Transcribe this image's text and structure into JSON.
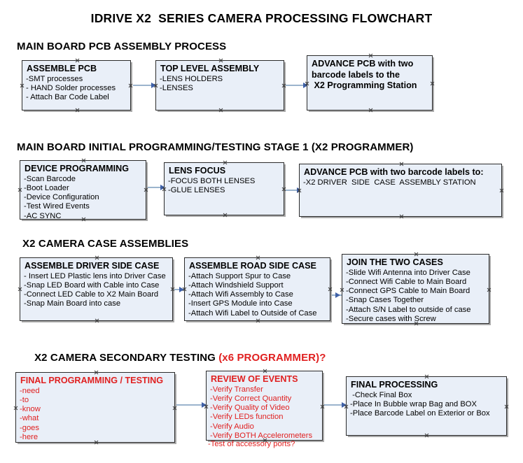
{
  "document": {
    "title": "IDRIVE X2  SERIES CAMERA PROCESSING FLOWCHART"
  },
  "sections": [
    {
      "id": "main-board-pcb-assembly",
      "heading": "MAIN BOARD PCB ASSEMBLY PROCESS",
      "boxes": [
        {
          "id": "assemble-pcb",
          "title": "ASSEMBLE PCB",
          "title_color": "#000000",
          "lines": [
            "-SMT processes",
            "- HAND Solder processes",
            "- Attach Bar Code Label"
          ]
        },
        {
          "id": "top-level-assembly",
          "title": "TOP LEVEL ASSEMBLY",
          "title_color": "#000000",
          "lines": [
            "-LENS HOLDERS",
            "-LENSES"
          ]
        },
        {
          "id": "advance-pcb-to-programming-station",
          "title": "ADVANCE PCB with two",
          "title_color": "#000000",
          "lines": [
            "barcode labels to the",
            " X2 Programming Station"
          ],
          "lines_bold": true
        }
      ]
    },
    {
      "id": "main-board-initial-programming",
      "heading": "MAIN BOARD INITIAL PROGRAMMING/TESTING STAGE 1 (X2 PROGRAMMER)",
      "boxes": [
        {
          "id": "device-programming",
          "title": "DEVICE PROGRAMMING",
          "title_color": "#000000",
          "lines": [
            "-Scan Barcode",
            "-Boot Loader",
            "-Device Configuration",
            "-Test Wired Events",
            "-AC SYNC"
          ]
        },
        {
          "id": "lens-focus",
          "title": "LENS FOCUS",
          "title_color": "#000000",
          "lines": [
            "-FOCUS BOTH LENSES",
            "-GLUE LENSES"
          ]
        },
        {
          "id": "advance-pcb-to-driver-side-case",
          "title": "ADVANCE PCB with two barcode labels to:",
          "title_color": "#000000",
          "lines": [
            "-X2 DRIVER  SIDE  CASE  ASSEMBLY STATION"
          ]
        }
      ]
    },
    {
      "id": "x2-camera-case-assemblies",
      "heading": "X2 CAMERA CASE ASSEMBLIES",
      "boxes": [
        {
          "id": "assemble-driver-side-case",
          "title": "ASSEMBLE DRIVER SIDE CASE",
          "title_color": "#000000",
          "lines": [
            "- Insert LED Plastic lens into Driver Case",
            "-Snap LED Board with Cable into Case",
            "-Connect LED Cable to X2 Main Board",
            "-Snap Main Board into case"
          ]
        },
        {
          "id": "assemble-road-side-case",
          "title": "ASSEMBLE ROAD SIDE CASE",
          "title_color": "#000000",
          "lines": [
            "-Attach Support Spur to Case",
            "-Attach Windshield Support",
            "-Attach Wifi Assembly to Case",
            "-Insert GPS Module into Case",
            "-Attach Wifi Label to Outside of Case"
          ]
        },
        {
          "id": "join-the-two-cases",
          "title": "JOIN THE TWO CASES",
          "title_color": "#000000",
          "lines": [
            "-Slide Wifi Antenna into Driver Case",
            "-Connect Wifi Cable to Main Board",
            "-Connect GPS Cable to Main Board",
            "-Snap Cases Together",
            "-Attach S/N Label to outside of case",
            "-Secure cases with Screw"
          ]
        }
      ]
    },
    {
      "id": "x2-camera-secondary-testing",
      "heading": "X2 CAMERA SECONDARY TESTING ",
      "heading_suffix": "(x6 PROGRAMMER)?",
      "heading_suffix_color": "#e02020",
      "boxes": [
        {
          "id": "final-programming-testing",
          "title": "FINAL PROGRAMMING / TESTING",
          "title_color": "#e02020",
          "text_color": "#e02020",
          "lines": [
            "-need",
            "-to",
            "-know",
            "-what",
            "-goes",
            "-here"
          ]
        },
        {
          "id": "review-of-events",
          "title": "REVIEW OF EVENTS",
          "title_color": "#e02020",
          "text_color": "#e02020",
          "lines": [
            "-Verify Transfer",
            "-Verify Correct Quantity",
            "-Verify Quality of Video",
            "-Verify LEDs function",
            "-Verify Audio",
            "-Verify BOTH Accelerometers"
          ],
          "overflow_line": "-Test of accessory ports?"
        },
        {
          "id": "final-processing",
          "title": "FINAL PROCESSING",
          "title_color": "#000000",
          "lines": [
            " -Check Final Box",
            "-Place In Bubble wrap Bag and BOX",
            "-Place Barcode Label on Exterior or Box"
          ]
        }
      ]
    }
  ],
  "colors": {
    "box_fill": "#e9eff8",
    "box_border": "#2b2b2b",
    "connector_line": "#9bb4cd",
    "arrowhead": "#3f61a8",
    "accent_red": "#e02020"
  }
}
